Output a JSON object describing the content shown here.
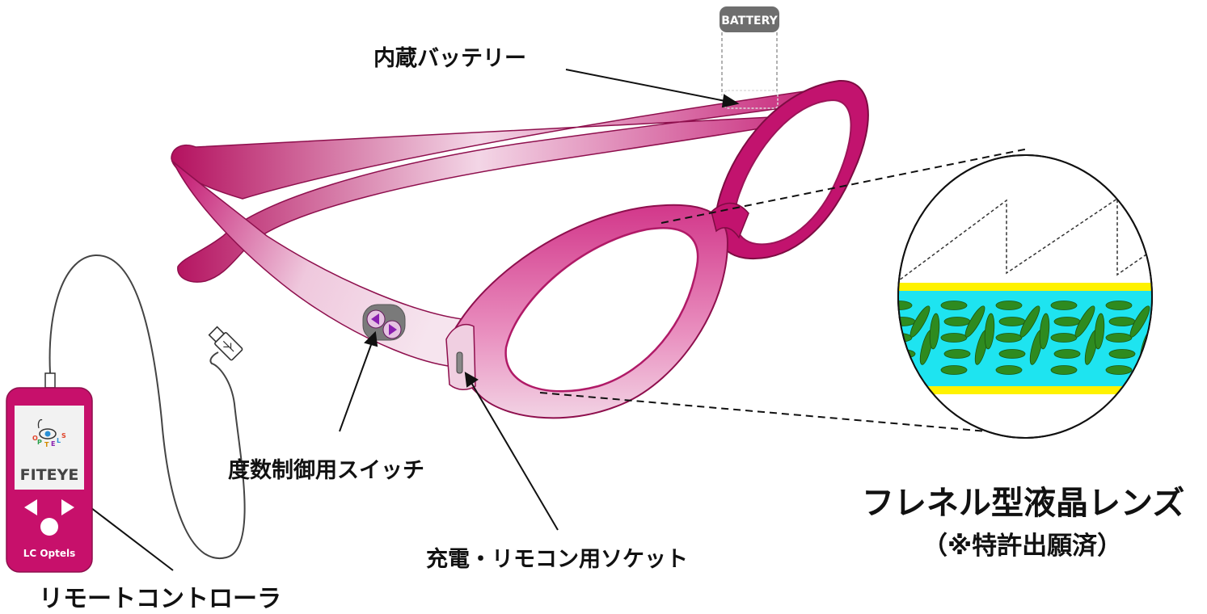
{
  "labels": {
    "battery": "内蔵バッテリー",
    "switch": "度数制御用スイッチ",
    "socket": "充電・リモコン用ソケット",
    "remote": "リモートコントローラ",
    "lens_title": "フレネル型液晶レンズ",
    "lens_note": "（※特許出願済）"
  },
  "battery_badge": "BATTERY",
  "remote_device": {
    "brand_letters": [
      "O",
      "P",
      "T",
      "E",
      "L",
      "S"
    ],
    "product": "FITEYE",
    "maker": "LC Optels"
  },
  "colors": {
    "frame": "#c2136e",
    "frame_light": "#f3d6e6",
    "remote_body": "#c7106b",
    "lc_layer": "#1ee4f0",
    "electrode": "#fff200",
    "molecule": "#2e8b1f"
  },
  "icons": {
    "usb_plug": "usb-plug-icon",
    "left_arrow": "triangle-left-icon",
    "right_arrow": "triangle-right-icon",
    "eye_logo": "eye-logo-icon"
  }
}
